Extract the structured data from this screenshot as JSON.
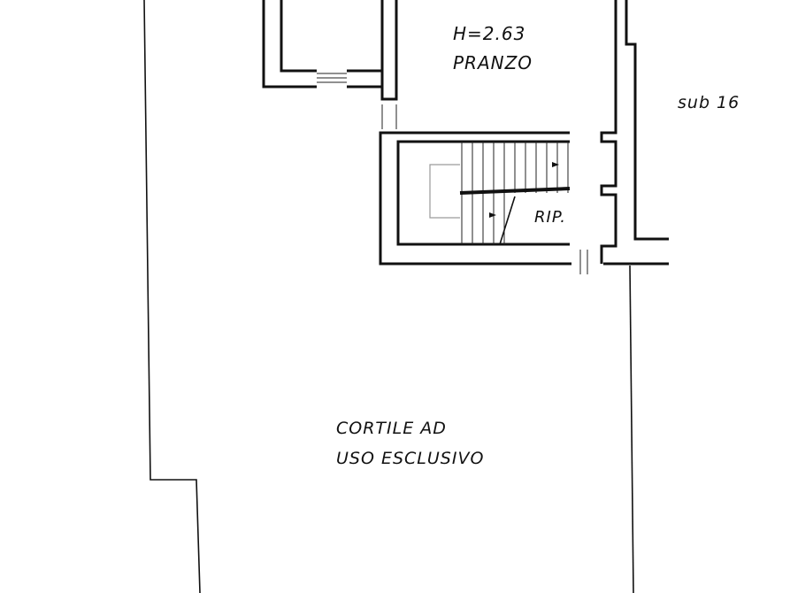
{
  "labels": {
    "height": "H=2.63",
    "room_dining": "PRANZO",
    "neighbor_unit": "sub 16",
    "storage": "RIP.",
    "courtyard_line1": "CORTILE AD",
    "courtyard_line2": "USO ESCLUSIVO"
  },
  "colors": {
    "ink": "#111111",
    "background": "#ffffff",
    "hidden_line": "#9a9a9a"
  }
}
